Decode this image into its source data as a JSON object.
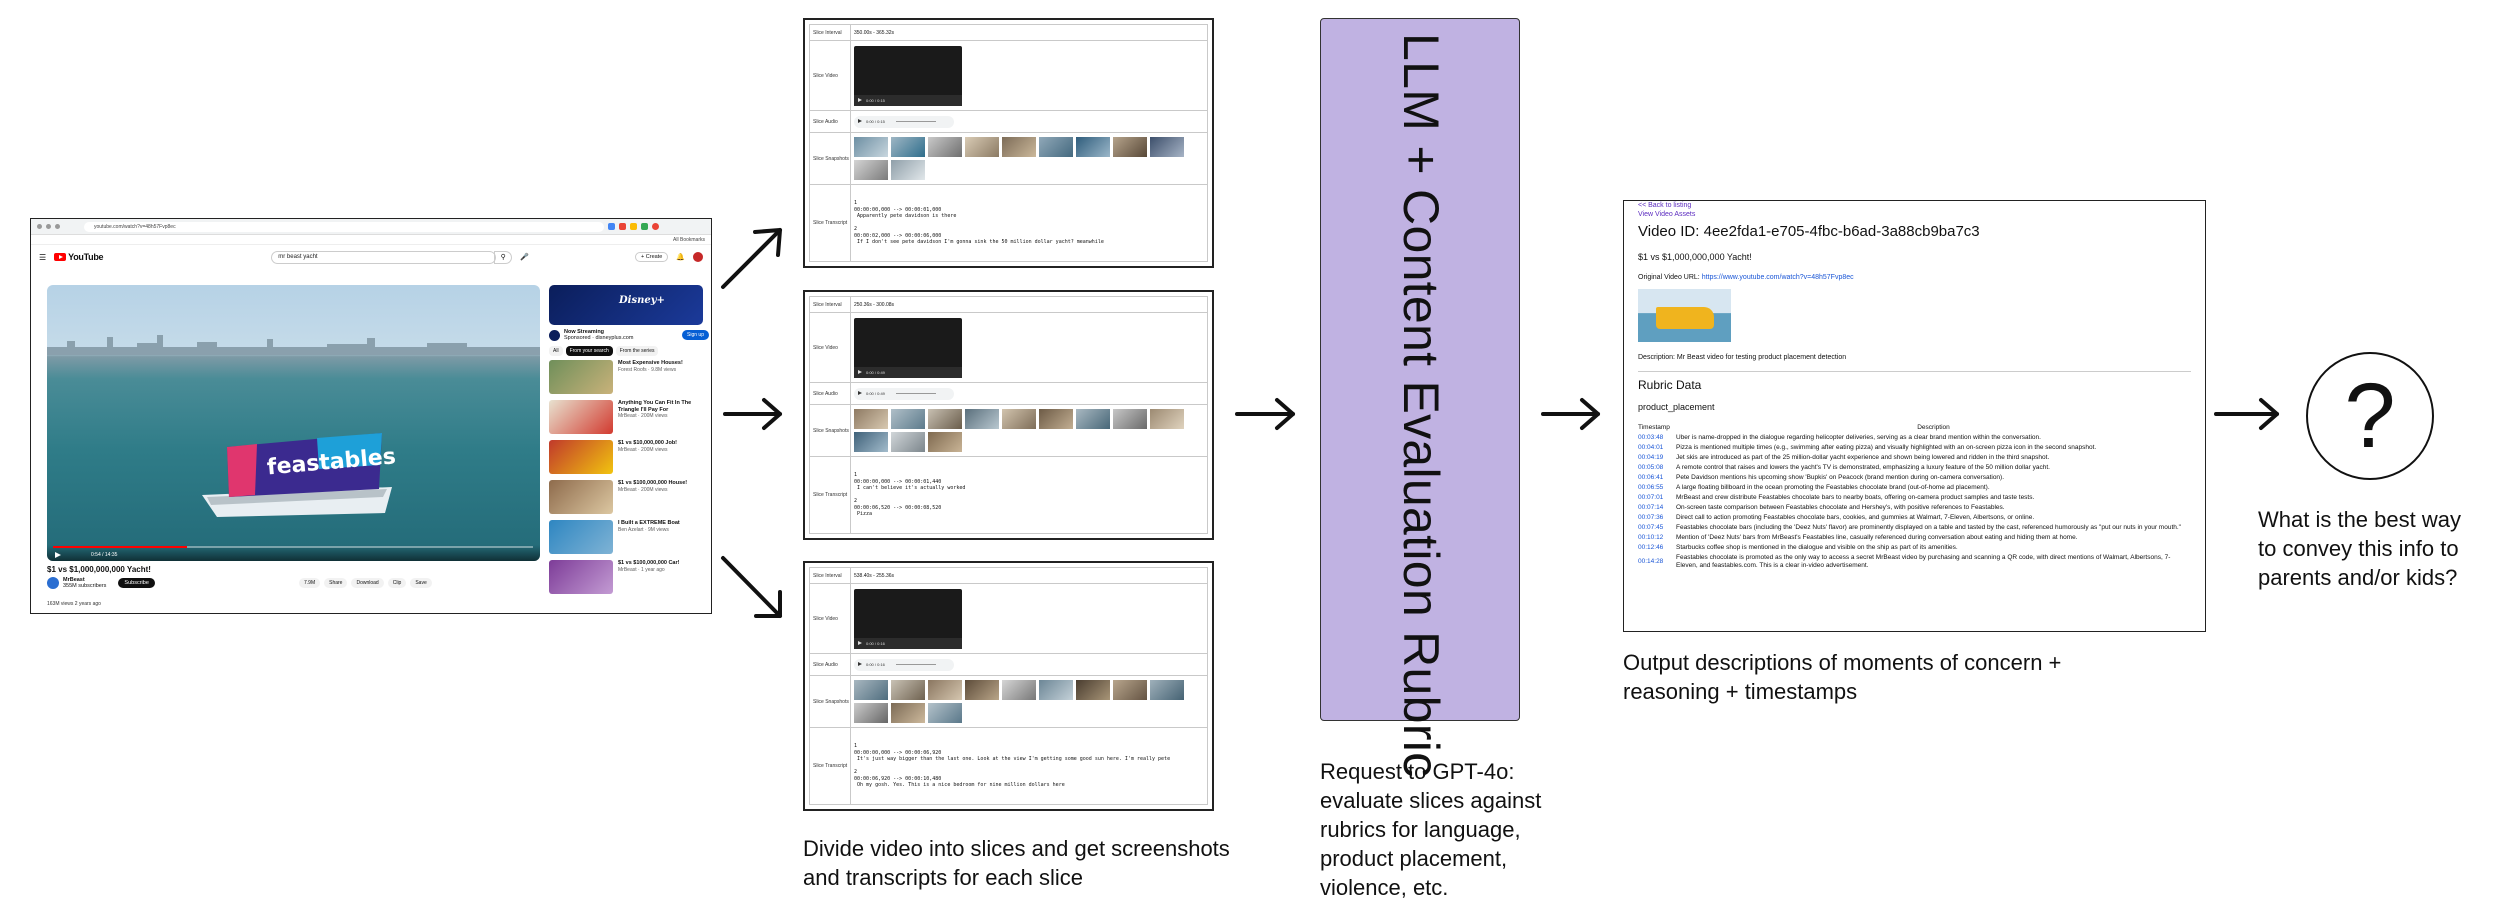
{
  "youtube": {
    "url": "youtube.com/watch?v=48h57Fvp8ec",
    "bookmarks": "All Bookmarks",
    "brand": "YouTube",
    "search_query": "mr beast yacht",
    "create_label": "Create",
    "video_time": "0:54 / 14:35",
    "video_title": "$1 vs $1,000,000,000 Yacht!",
    "channel_name": "MrBeast",
    "channel_subs": "355M subscribers",
    "subscribe_label": "Subscribe",
    "actions": [
      "7.9M",
      "Share",
      "Download",
      "Clip",
      "Save"
    ],
    "views": "163M views  2 years ago",
    "ad_brand": "Disney+",
    "ad_title": "Now Streaming",
    "ad_sponsor": "Sponsored · disneyplus.com",
    "ad_signup": "Sign up",
    "chips": [
      "All",
      "From your search",
      "From the series"
    ],
    "recs": [
      {
        "title": "Most Expensive Houses!",
        "meta": "Forest Roofs · 9.8M views"
      },
      {
        "title": "Anything You Can Fit In The Triangle I'll Pay For",
        "meta": "MrBeast · 200M views"
      },
      {
        "title": "$1 vs $10,000,000 Job!",
        "meta": "MrBeast · 200M views"
      },
      {
        "title": "$1 vs $100,000,000 House!",
        "meta": "MrBeast · 200M views"
      },
      {
        "title": "I Built a EXTREME Boat",
        "meta": "Ben Azelart · 9M views"
      },
      {
        "title": "$1 vs $100,000,000 Car!",
        "meta": "MrBeast · 1 year ago"
      }
    ],
    "colors": {
      "youtube_red": "#ff0000",
      "water": "#2f7c88"
    }
  },
  "slices": [
    {
      "labels": {
        "interval": "Slice Interval",
        "video": "Slice Video",
        "audio": "Slice Audio",
        "snapshots": "Slice Snapshots",
        "transcript": "Slice Transcript"
      },
      "interval": "350.00s - 365.32s",
      "media_time": "0:00 / 0:15",
      "transcript": "1\n00:00:00,000 --> 00:00:01,000\n Apparently pete davidson is there\n\n2\n00:00:02,000 --> 00:00:06,000\n If I don't see pete davidson I'm gonna sink the 50 million dollar yacht? meanwhile"
    },
    {
      "labels": {
        "interval": "Slice Interval",
        "video": "Slice Video",
        "audio": "Slice Audio",
        "snapshots": "Slice Snapshots",
        "transcript": "Slice Transcript"
      },
      "interval": "250.36s - 300.08s",
      "media_time": "0:00 / 0:49",
      "transcript": "1\n00:00:00,000 --> 00:00:01,440\n I can't believe it's actually worked\n\n2\n00:00:06,520 --> 00:00:08,520\n Pizza"
    },
    {
      "labels": {
        "interval": "Slice Interval",
        "video": "Slice Video",
        "audio": "Slice Audio",
        "snapshots": "Slice Snapshots",
        "transcript": "Slice Transcript"
      },
      "interval": "538.40s - 255.36s",
      "media_time": "0:00 / 0:16",
      "transcript": "1\n00:00:00,000 --> 00:00:06,920\n It's just way bigger than the last one. Look at the view I'm getting some good sun here. I'm really pete\n\n2\n00:00:06,920 --> 00:00:10,480\n Oh my gosh. Yes. This is a nice bedroom for nine million dollars here"
    }
  ],
  "llm": {
    "label": "LLM + Content Evaluation Rubric",
    "color": "#c0b2e2"
  },
  "rubric": {
    "back_link": "<< Back to listing",
    "assets_link": "View Video Assets",
    "video_id": "Video ID: 4ee2fda1-e705-4fbc-b6ad-3a88cb9ba7c3",
    "title": "$1 vs $1,000,000,000 Yacht!",
    "orig_url_label": "Original Video URL: ",
    "orig_url": "https://www.youtube.com/watch?v=48h57Fvp8ec",
    "description": "Description: Mr Beast video for testing product placement detection",
    "section": "Rubric Data",
    "rubric_name": "product_placement",
    "col_timestamp": "Timestamp",
    "col_description": "Description",
    "rows": [
      {
        "ts": "00:03:48",
        "text": "Uber is name-dropped in the dialogue regarding helicopter deliveries, serving as a clear brand mention within the conversation."
      },
      {
        "ts": "00:04:01",
        "text": "Pizza is mentioned multiple times (e.g., swimming after eating pizza) and visually highlighted with an on-screen pizza icon in the second snapshot."
      },
      {
        "ts": "00:04:19",
        "text": "Jet skis are introduced as part of the 25 million-dollar yacht experience and shown being lowered and ridden in the third snapshot."
      },
      {
        "ts": "00:05:08",
        "text": "A remote control that raises and lowers the yacht's TV is demonstrated, emphasizing a luxury feature of the 50 million dollar yacht."
      },
      {
        "ts": "00:06:41",
        "text": "Pete Davidson mentions his upcoming show 'Bupkis' on Peacock (brand mention during on-camera conversation)."
      },
      {
        "ts": "00:06:55",
        "text": "A large floating billboard in the ocean promoting the Feastables chocolate brand (out-of-home ad placement)."
      },
      {
        "ts": "00:07:01",
        "text": "MrBeast and crew distribute Feastables chocolate bars to nearby boats, offering on-camera product samples and taste tests."
      },
      {
        "ts": "00:07:14",
        "text": "On-screen taste comparison between Feastables chocolate and Hershey's, with positive references to Feastables."
      },
      {
        "ts": "00:07:36",
        "text": "Direct call to action promoting Feastables chocolate bars, cookies, and gummies at Walmart, 7-Eleven, Albertsons, or online."
      },
      {
        "ts": "00:07:45",
        "text": "Feastables chocolate bars (including the 'Deez Nuts' flavor) are prominently displayed on a table and tasted by the cast, referenced humorously as \"put our nuts in your mouth.\""
      },
      {
        "ts": "00:10:12",
        "text": "Mention of 'Deez Nuts' bars from MrBeast's Feastables line, casually referenced during conversation about eating and hiding them at home."
      },
      {
        "ts": "00:12:46",
        "text": "Starbucks coffee shop is mentioned in the dialogue and visible on the ship as part of its amenities."
      },
      {
        "ts": "00:14:28",
        "text": "Feastables chocolate is promoted as the only way to access a secret MrBeast video by purchasing and scanning a QR code, with direct mentions of Walmart, Albertsons, 7-Eleven, and feastables.com. This is a clear in-video advertisement."
      }
    ]
  },
  "question": {
    "mark": "?"
  },
  "captions": {
    "slices": "Divide video into slices and get screenshots\nand transcripts for each slice",
    "llm": "Request to GPT-4o:\nevaluate slices against\nrubrics for language,\nproduct placement,\nviolence, etc.",
    "rubric": "Output descriptions of moments of concern +\nreasoning + timestamps",
    "question": "What is the best way\nto convey this info to\nparents and/or kids?"
  }
}
